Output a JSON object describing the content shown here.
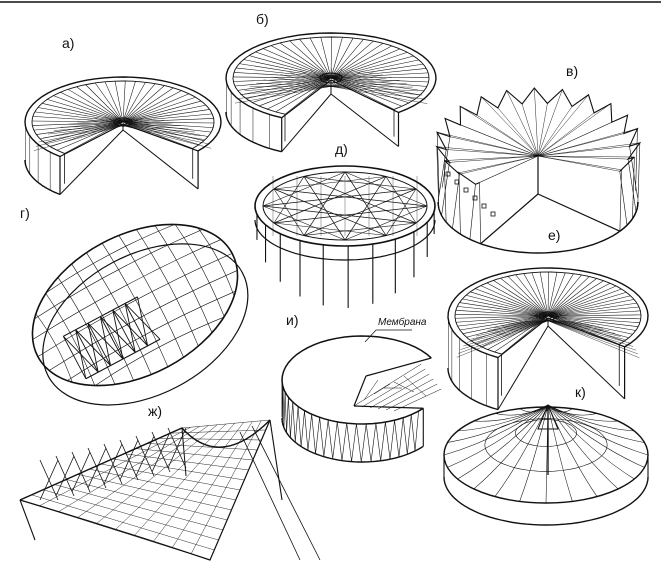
{
  "figures": [
    {
      "id": "a",
      "label": "а)",
      "kind": "radial-cable-ring-cutaway"
    },
    {
      "id": "b",
      "label": "б)",
      "kind": "radial-cable-ring-cutaway"
    },
    {
      "id": "v",
      "label": "в)",
      "kind": "folded-ring-cable-cutaway"
    },
    {
      "id": "g",
      "label": "г)",
      "kind": "oval-gridshell-cutaway"
    },
    {
      "id": "d",
      "label": "д)",
      "kind": "oval-cross-cable-net"
    },
    {
      "id": "e",
      "label": "е)",
      "kind": "radial-cable-ring-cutaway"
    },
    {
      "id": "zh",
      "label": "ж)",
      "kind": "saddle-cable-net"
    },
    {
      "id": "i",
      "label": "и)",
      "kind": "membrane-cylinder-cutaway",
      "callout": "Мембрана"
    },
    {
      "id": "k",
      "label": "к)",
      "kind": "mast-supported-tent"
    }
  ],
  "colors": {
    "ink": "#111111",
    "paper": "#ffffff"
  }
}
